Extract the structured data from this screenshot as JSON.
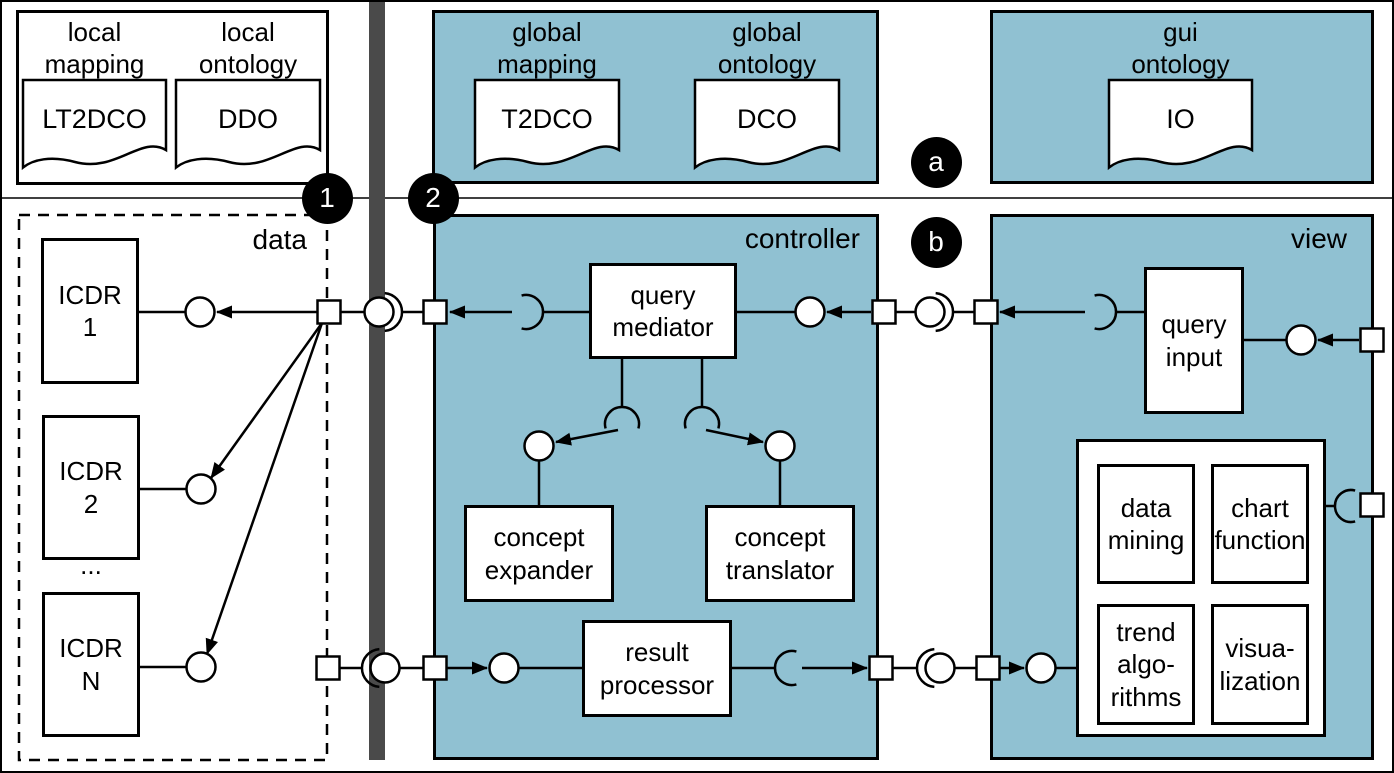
{
  "colors": {
    "panel_blue": "#90c1d2",
    "bridge_bar_gray": "#4a4a4a",
    "line_black": "#000000"
  },
  "top": {
    "local": {
      "mapping_caption": "local\nmapping",
      "ontology_caption": "local\nontology",
      "mapping_doc": "LT2DCO",
      "ontology_doc": "DDO"
    },
    "global": {
      "mapping_caption": "global\nmapping",
      "ontology_caption": "global\nontology",
      "mapping_doc": "T2DCO",
      "ontology_doc": "DCO"
    },
    "gui": {
      "ontology_caption": "gui\nontology",
      "ontology_doc": "IO"
    }
  },
  "bottom": {
    "data": {
      "title": "data",
      "sources": [
        "ICDR\n1",
        "ICDR\n2",
        "ICDR\nN"
      ],
      "ellipsis": "..."
    },
    "controller": {
      "title": "controller",
      "query_mediator": "query\nmediator",
      "concept_expander": "concept\nexpander",
      "concept_translator": "concept\ntranslator",
      "result_processor": "result\nprocessor"
    },
    "view": {
      "title": "view",
      "query_input": "query\ninput",
      "data_mining": "data\nmining",
      "chart_function": "chart\nfunction",
      "trend_algorithms": "trend\nalgo-\nrithms",
      "visualization": "visua-\nlization"
    }
  },
  "markers": {
    "one": "1",
    "two": "2",
    "a": "a",
    "b": "b"
  }
}
